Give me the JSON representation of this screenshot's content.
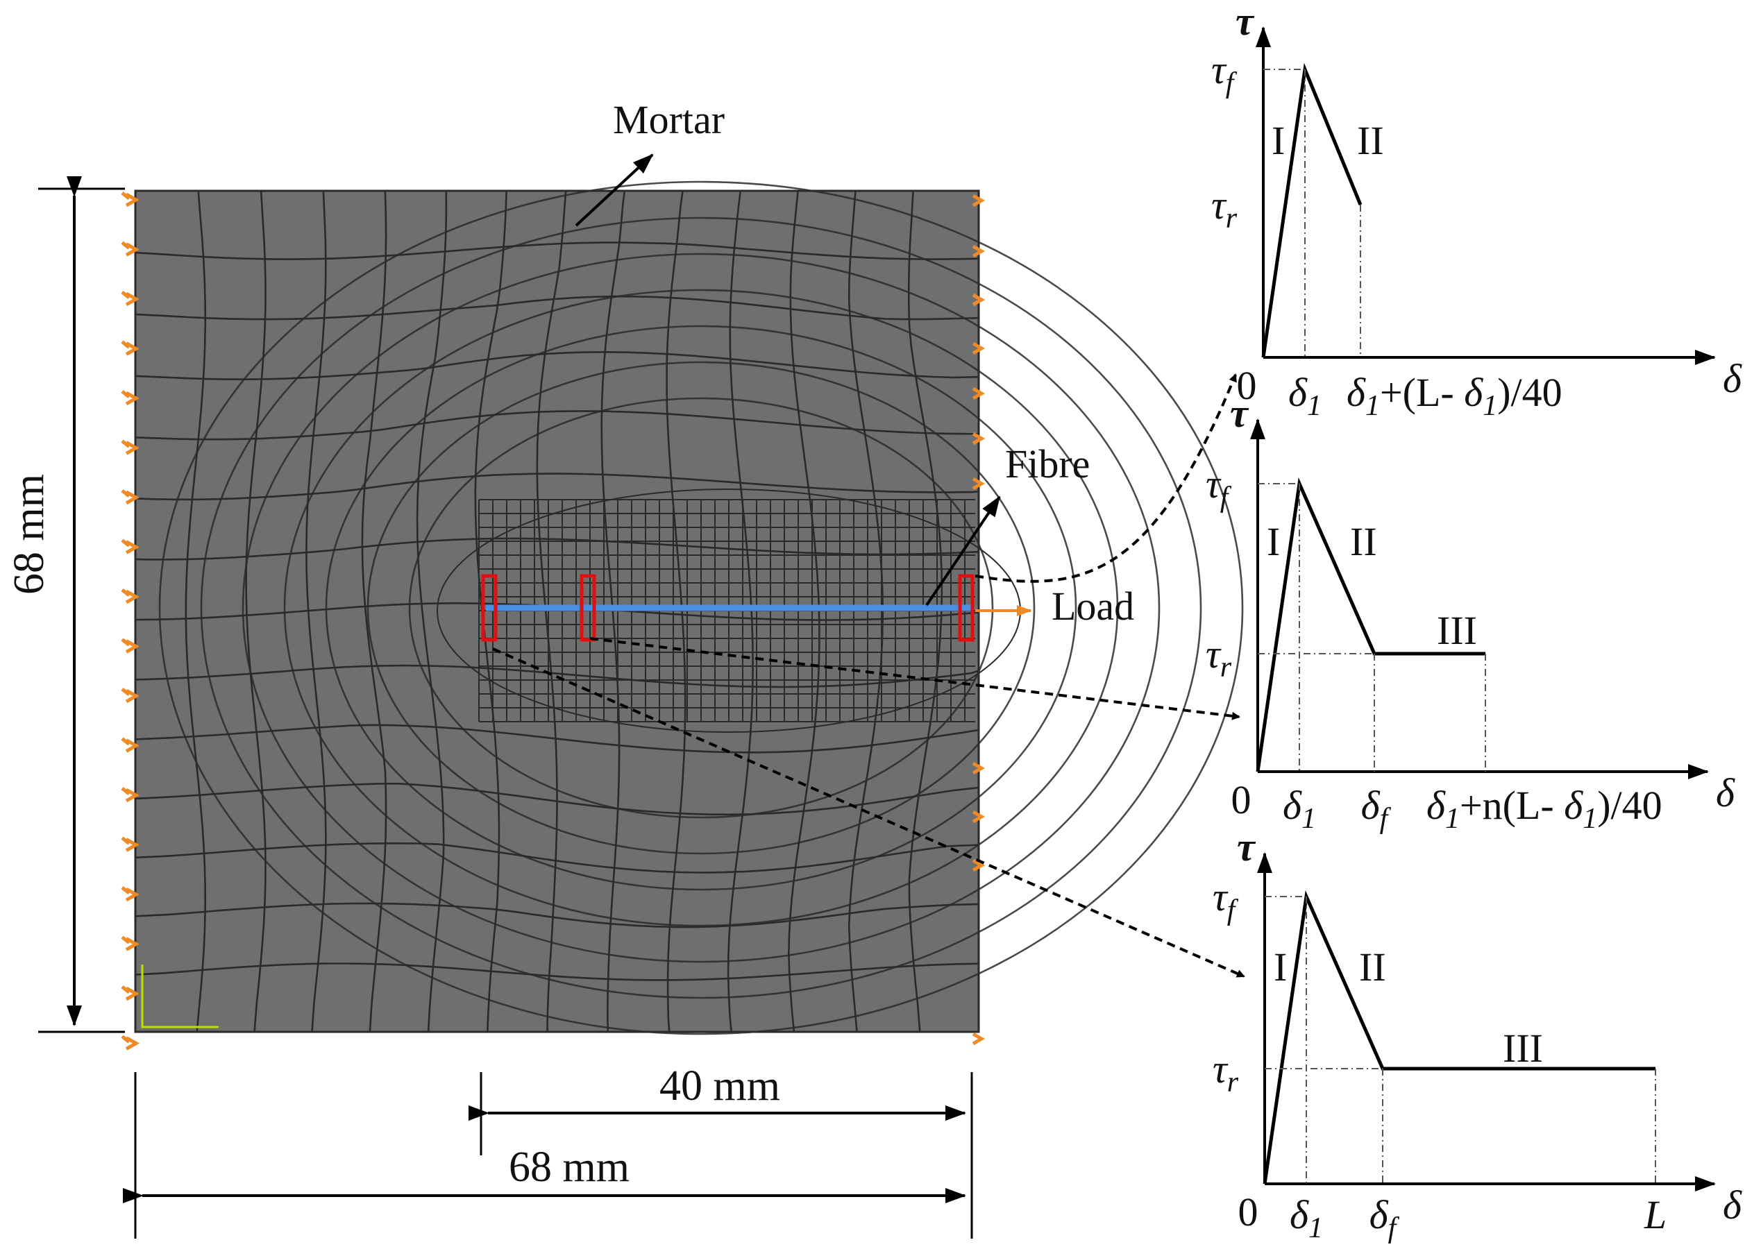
{
  "labels": {
    "mortar": "Mortar",
    "fibre": "Fibre",
    "load": "Load"
  },
  "dimensions": {
    "height": "68 mm",
    "width": "68 mm",
    "embedded": "40 mm"
  },
  "graphs": [
    {
      "y_axis": "τ",
      "x_axis": "δ",
      "origin": "0",
      "y_ticks": [
        "τf",
        "τr"
      ],
      "x_ticks": [
        "δ1",
        "δ1+(L- δ1)/40"
      ],
      "stages": [
        "I",
        "II"
      ]
    },
    {
      "y_axis": "τ",
      "x_axis": "δ",
      "origin": "0",
      "y_ticks": [
        "τf",
        "τr"
      ],
      "x_ticks": [
        "δ1",
        "δf",
        "δ1+n(L- δ1)/40"
      ],
      "stages": [
        "I",
        "II",
        "III"
      ]
    },
    {
      "y_axis": "τ",
      "x_axis": "δ",
      "origin": "0",
      "y_ticks": [
        "τf",
        "τr"
      ],
      "x_ticks": [
        "δ1",
        "δf",
        "L"
      ],
      "stages": [
        "I",
        "II",
        "III"
      ]
    }
  ],
  "colors": {
    "mesh_fill": "#6f6f6f",
    "mesh_line": "#2a2a2a",
    "fibre": "#4a90e2",
    "boundary_marker": "#f08a24",
    "highlight_box": "#e01010"
  }
}
